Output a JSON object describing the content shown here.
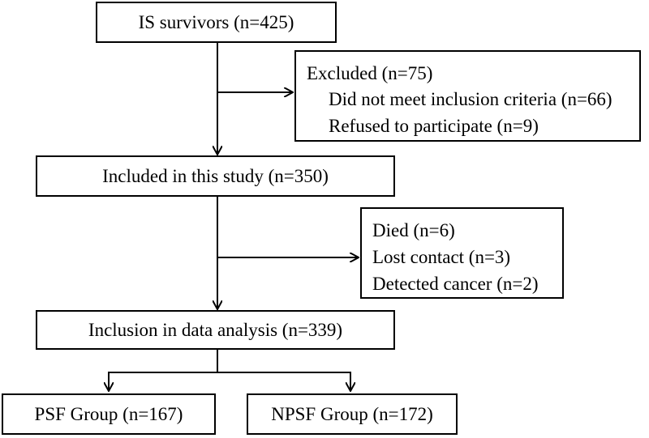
{
  "flow": {
    "survivors": "IS survivors (n=425)",
    "excluded": {
      "title": "Excluded (n=75)",
      "reasons": [
        "Did not meet inclusion criteria (n=66)",
        "Refused to participate (n=9)"
      ]
    },
    "included": "Included in this study (n=350)",
    "lost": {
      "items": [
        "Died (n=6)",
        "Lost contact (n=3)",
        "Detected cancer (n=2)"
      ]
    },
    "analysis": "Inclusion in data analysis (n=339)",
    "groups": {
      "psf": "PSF Group (n=167)",
      "npsf": "NPSF Group (n=172)"
    }
  }
}
